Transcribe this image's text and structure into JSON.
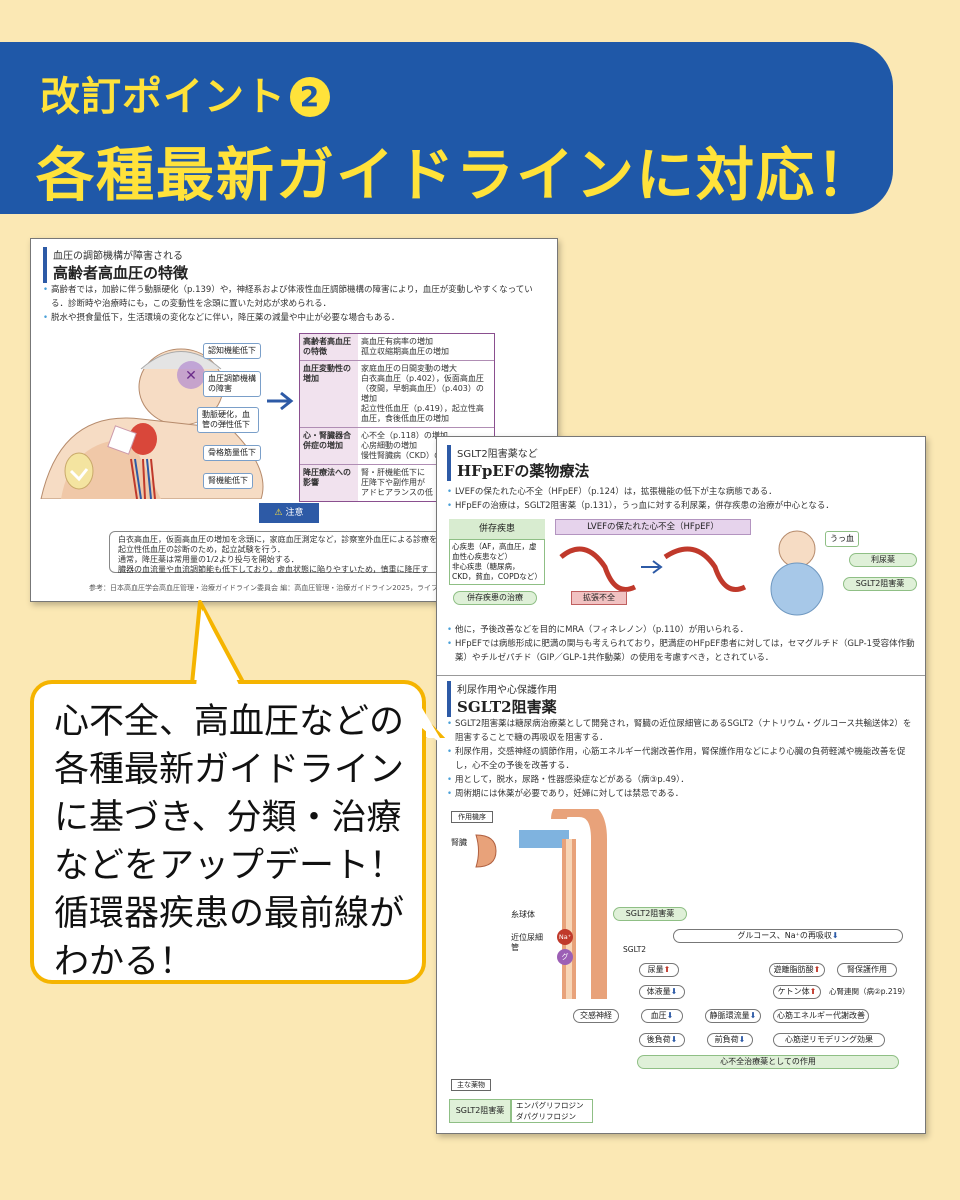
{
  "banner": {
    "subtitle": "改訂ポイント",
    "number": "2",
    "title": "各種最新ガイドラインに対応！"
  },
  "page1": {
    "kicker": "血圧の調節機構が障害される",
    "title": "高齢者高血圧の特徴",
    "bullets": [
      "高齢者では，加齢に伴う動脈硬化（p.139）や，神経系および体液性血圧調節機構の障害により，血圧が変動しやすくなっている．診断時や治療時にも，この変動性を念頭に置いた対応が求められる．",
      "脱水や摂食量低下，生活環境の変化などに伴い，降圧薬の減量や中止が必要な場合もある．"
    ],
    "figure_labels": [
      "認知機能低下",
      "血圧調節機構の障害",
      "動脈硬化，血管の弾性低下",
      "骨格筋量低下",
      "腎機能低下"
    ],
    "table": [
      {
        "head": "高齢者高血圧の特徴",
        "items": [
          "高血圧有病率の増加",
          "孤立収縮期高血圧の増加"
        ]
      },
      {
        "head": "血圧変動性の増加",
        "items": [
          "家庭血圧の日間変動の増大",
          "白衣高血圧（p.402），仮面高血圧（夜間，早朝高血圧）（p.403）の増加",
          "起立性低血圧（p.419），起立性高血圧，食後低血圧の増加"
        ]
      },
      {
        "head": "心・腎臓器合併症の増加",
        "items": [
          "心不全（p.118）の増加",
          "心房細動の増加",
          "慢性腎臓病（CKD）の"
        ]
      },
      {
        "head": "降圧療法への影響",
        "items": [
          "腎・肝機能低下に",
          "圧降下や副作用が",
          "アドヒアランスの低"
        ]
      }
    ],
    "caution_label": "注意",
    "caution_items": [
      "白衣高血圧，仮面高血圧の増加を念頭に，家庭血圧測定など，診察室外血圧による診療を行",
      "起立性低血圧の診断のため，起立試験を行う．",
      "通常，降圧薬は常用量の1/2より投与を開始する．",
      "臓器の血流量や血流調節能も低下しており，虚血状態に陥りやすいため，慎重に降圧す"
    ],
    "reference": "参考：日本高血圧学会高血圧管理・治療ガイドライン委員会 編：高血圧管理・治療ガイドライン2025，ライフサイエンス出版，2"
  },
  "page2": {
    "kicker": "SGLT2阻害薬など",
    "title": "HFpEFの薬物療法",
    "bullets1": [
      "LVEFの保たれた心不全（HFpEF）（p.124）は，拡張機能の低下が主な病態である．",
      "HFpEFの治療は，SGLT2阻害薬（p.131），うっ血に対する利尿薬，併存疾患の治療が中心となる．"
    ],
    "fig1": {
      "comorbid_head": "併存疾患",
      "comorbid_items": [
        "心疾患（AF，高血圧，虚血性心疾患など）",
        "非心疾患（糖尿病，CKD，貧血，COPDなど）"
      ],
      "comorbid_treat": "併存疾患の治療",
      "hf_head": "LVEFの保たれた心不全（HFpEF）",
      "diastolic": "拡張不全",
      "congestion": "うっ血",
      "diuretic": "利尿薬",
      "sglt2": "SGLT2阻害薬"
    },
    "bullets2": [
      "他に，予後改善などを目的にMRA（フィネレノン）（p.110）が用いられる．",
      "HFpEFでは病態形成に肥満の関与も考えられており，肥満症のHFpEF患者に対しては，セマグルチド（GLP-1受容体作動薬）やチルゼパチド（GIP／GLP-1共作動薬）の使用を考慮すべき，とされている．"
    ],
    "kicker2": "利尿作用や心保護作用",
    "title2": "SGLT2阻害薬",
    "bullets3": [
      "SGLT2阻害薬は糖尿病治療薬として開発され，腎臓の近位尿細管にあるSGLT2（ナトリウム・グルコース共輸送体2）を阻害することで糖の再吸収を阻害する．",
      "利尿作用，交感神経の調節作用，心筋エネルギー代謝改善作用，腎保護作用などにより心臓の負荷軽減や機能改善を促し，心不全の予後を改善する．",
      "用として，脱水，尿路・性器感染症などがある（病③p.49）．",
      "周術期には休薬が必要であり，妊婦に対しては禁忌である．"
    ],
    "mech_label": "作用機序",
    "kidney": "腎臓",
    "glomerulus": "糸球体",
    "proximal": "近位尿細管",
    "sglt2_inh": "SGLT2阻害薬",
    "sglt2": "SGLT2",
    "na": "Na⁺",
    "glu": "グ",
    "reabsorb": "グルコース、Na⁺の再吸収",
    "flow": {
      "urine": "尿量",
      "fluid": "体液量",
      "bp": "血圧",
      "venous": "静脈環流量",
      "afterload": "後負荷",
      "preload": "前負荷",
      "sympathetic": "交感神経",
      "lipolysis": "遊離脂肪酸",
      "ketone": "ケトン体",
      "renal": "腎保護作用",
      "cardiorenal": "心腎連関（病②p.219）",
      "myocardial": "心筋エネルギー代謝改善",
      "remodel": "心筋逆リモデリング効果",
      "final": "心不全治療薬としての作用"
    },
    "drugs_label": "主な薬物",
    "drug_class": "SGLT2阻害薬",
    "drug_items": [
      "エンパグリフロジン",
      "ダパグリフロジン"
    ]
  },
  "bubble": {
    "lines": [
      "心不全、高血圧などの",
      "各種最新ガイドライン",
      "に基づき、分類・治療",
      "などをアップデート！",
      "循環器疾患の最前線が",
      "わかる！"
    ]
  },
  "colors": {
    "background": "#fbe8b4",
    "banner": "#1f58a8",
    "banner_text": "#ffe23a",
    "bubble_border": "#f5b400",
    "accent": "#2d5aa6"
  }
}
